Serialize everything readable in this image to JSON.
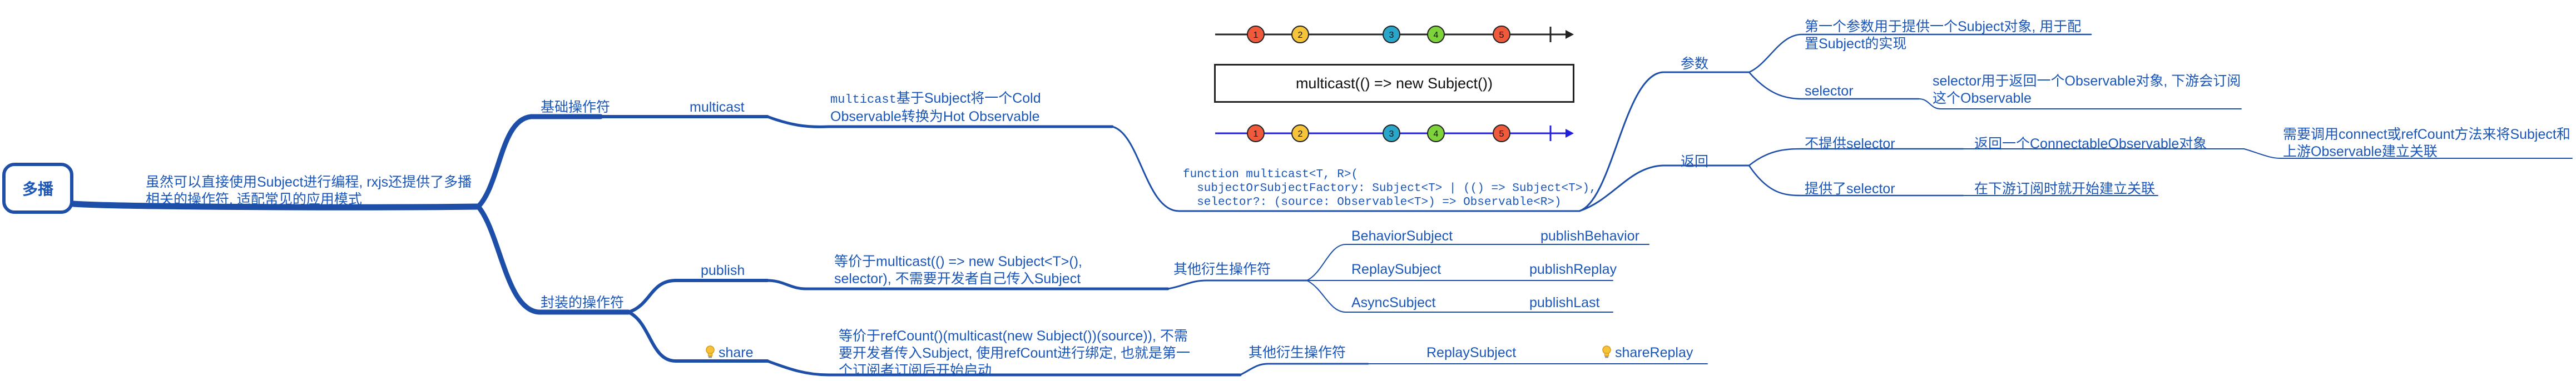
{
  "root": "多播",
  "root_desc": "虽然可以直接使用Subject进行编程, rxjs还提供了多播相关的操作符, 适配常见的应用模式",
  "basic": {
    "title": "基础操作符",
    "multicast": "multicast",
    "multicast_desc_code": "multicast",
    "multicast_desc": "基于Subject将一个Cold Observable转换为Hot Observable",
    "signature": "function multicast<T, R>(\n  subjectOrSubjectFactory: Subject<T> | (() => Subject<T>),\n  selector?: (source: Observable<T>) => Observable<R>)",
    "diagram_label": "multicast(() => new Subject())",
    "marbles_top": [
      "1",
      "2",
      "3",
      "4",
      "5"
    ],
    "marbles_bottom": [
      "1",
      "2",
      "3",
      "4",
      "5"
    ],
    "params": {
      "title": "参数",
      "param1": "第一个参数用于提供一个Subject对象, 用于配置Subject的实现",
      "selector": "selector",
      "selector_desc": "selector用于返回一个Observable对象, 下游会订阅这个Observable"
    },
    "returns": {
      "title": "返回",
      "no_selector": "不提供selector",
      "no_selector_desc": "返回一个ConnectableObservable对象",
      "no_selector_note": "需要调用connect或refCount方法来将Subject和上游Observable建立关联",
      "with_selector": "提供了selector",
      "with_selector_desc": "在下游订阅时就开始建立关联"
    }
  },
  "wrapped": {
    "title": "封装的操作符",
    "publish": "publish",
    "publish_desc": "等价于multicast(() => new Subject<T>(), selector), 不需要开发者自己传入Subject",
    "publish_derived": "其他衍生操作符",
    "derived": [
      {
        "subject": "BehaviorSubject",
        "op": "publishBehavior"
      },
      {
        "subject": "ReplaySubject",
        "op": "publishReplay"
      },
      {
        "subject": "AsyncSubject",
        "op": "publishLast"
      }
    ],
    "share_icon": "lightbulb-icon",
    "share": "share",
    "share_desc": "等价于refCount()(multicast(new Subject())(source)), 不需要开发者传入Subject, 使用refCount进行绑定, 也就是第一个订阅者订阅后开始启动",
    "share_derived": "其他衍生操作符",
    "share_subject": "ReplaySubject",
    "share_replay": "shareReplay"
  },
  "colors": {
    "line": "#1e4fa8",
    "text": "#1a56b8",
    "marbles": [
      "#ef5a3c",
      "#f5c43b",
      "#29a6c9",
      "#7ed23a",
      "#ef5a3c"
    ]
  }
}
